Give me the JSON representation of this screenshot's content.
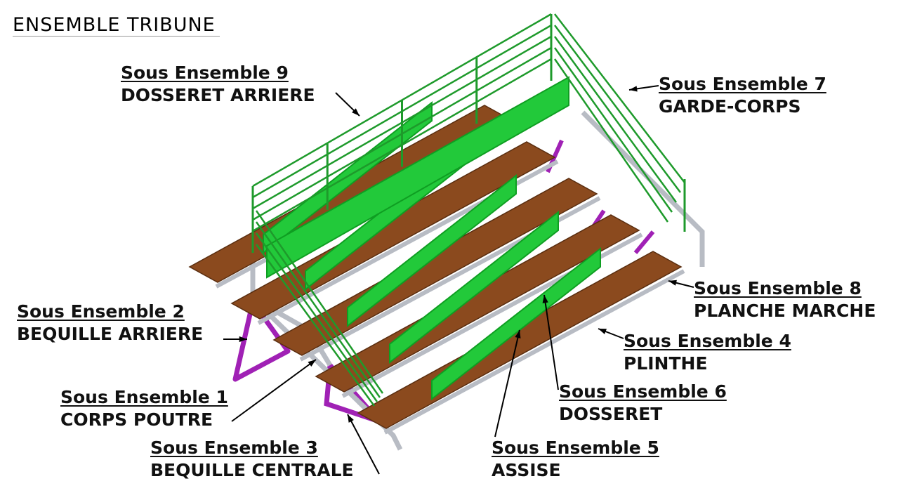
{
  "title": "ENSEMBLE TRIBUNE",
  "colors": {
    "railing": "#1e9a2b",
    "seat": "#22c93a",
    "seat_dark": "#0f9e22",
    "plank": "#8b4a1e",
    "frame": "#b8bcc4",
    "strut": "#a021b5",
    "leader": "#000000"
  },
  "labels": {
    "se9": {
      "sub": "Sous Ensemble 9",
      "name": "DOSSERET ARRIERE"
    },
    "se7": {
      "sub": "Sous Ensemble 7",
      "name": "GARDE-CORPS"
    },
    "se2": {
      "sub": "Sous Ensemble 2",
      "name": "BEQUILLE ARRIERE"
    },
    "se8": {
      "sub": "Sous Ensemble 8",
      "name": "PLANCHE MARCHE"
    },
    "se4": {
      "sub": "Sous Ensemble 4",
      "name": "PLINTHE"
    },
    "se1": {
      "sub": "Sous Ensemble 1",
      "name": "CORPS  POUTRE"
    },
    "se6": {
      "sub": "Sous Ensemble 6",
      "name": "DOSSERET"
    },
    "se3": {
      "sub": "Sous Ensemble 3",
      "name": "BEQUILLE CENTRALE"
    },
    "se5": {
      "sub": "Sous Ensemble 5",
      "name": "ASSISE"
    }
  }
}
